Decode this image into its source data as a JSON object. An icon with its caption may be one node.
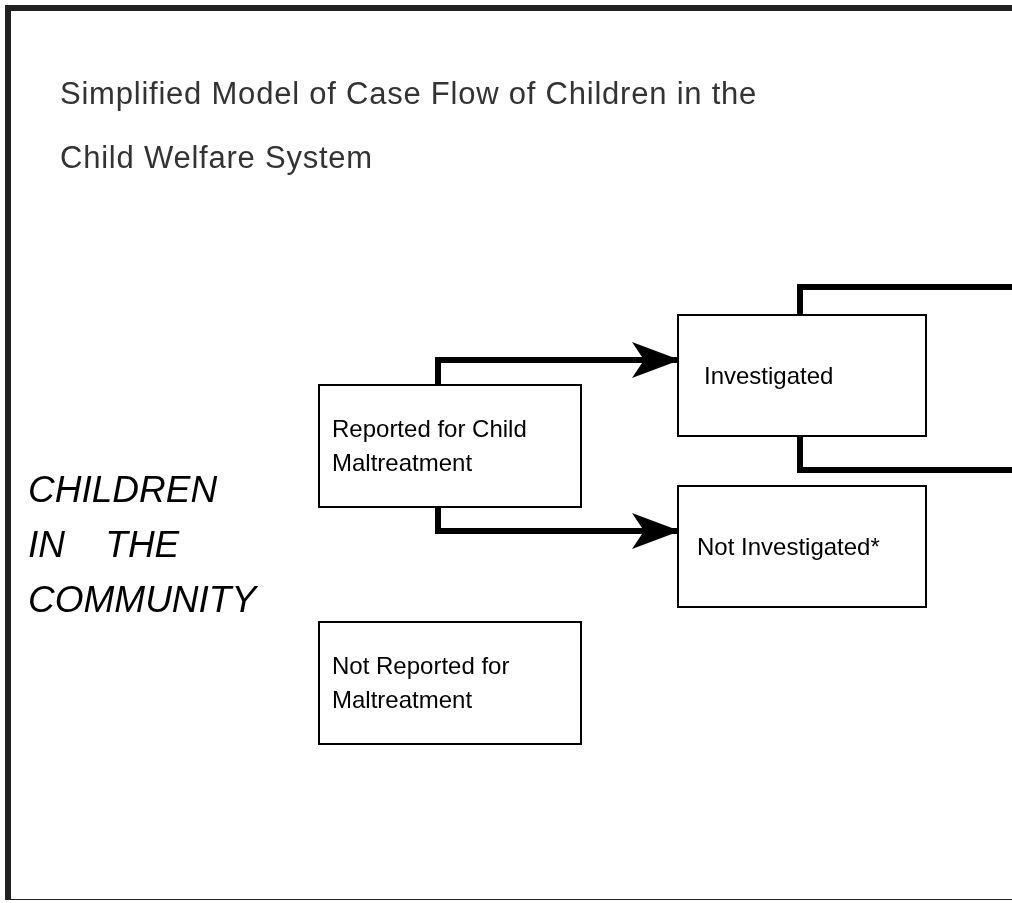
{
  "diagram": {
    "title": "Simplified Model of Case Flow of Children in the Child Welfare System",
    "nodes": [
      {
        "text": [
          "Reported for Child Maltreatment"
        ]
      },
      {
        "text": [
          "Investigated"
        ]
      },
      {
        "text": [
          "Not Investigated*"
        ]
      },
      {
        "text": [
          "Not Reported for Maltreatment"
        ]
      }
    ],
    "edges": [
      {
        "from": 0,
        "to": 1,
        "arrow": "to"
      },
      {
        "from": 0,
        "to": 2,
        "arrow": "to"
      },
      {
        "from": 1,
        "to": null,
        "arrow": "none"
      },
      {
        "from": 1,
        "to": null,
        "arrow": "none"
      }
    ],
    "labels": [
      "CHILDREN IN THE COMMUNITY"
    ]
  }
}
